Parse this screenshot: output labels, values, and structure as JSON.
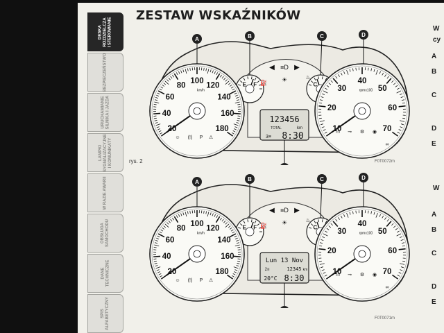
{
  "page": {
    "title": "ZESTAW WSKAŹNIKÓW"
  },
  "tabs": [
    {
      "label": "DESKA\nROZDZIELCZA\nI STEROWANIE",
      "active": true
    },
    {
      "label": "BEZPIECZEŃSTWO",
      "active": false
    },
    {
      "label": "URUCHAMIANIE\nSILNIKA I JAZDA",
      "active": false
    },
    {
      "label": "LAMPKI\nSYGNALIZACYJNE\nI KOMUNIKATY",
      "active": false
    },
    {
      "label": "W RAZIE AWARII",
      "active": false
    },
    {
      "label": "OBSŁUGA\nSAMOCHODU",
      "active": false
    },
    {
      "label": "DANE\nTECHNICZNE",
      "active": false
    },
    {
      "label": "SPIS\nALFABETYCZNY",
      "active": false
    }
  ],
  "figure1": {
    "caption": "rys. 2",
    "code": "F0T0072m",
    "callouts": [
      "A",
      "B",
      "C",
      "D",
      "E"
    ],
    "speedo": {
      "labels": [
        "20",
        "40",
        "60",
        "80",
        "100",
        "120",
        "140",
        "160",
        "180"
      ],
      "unit": "km/h"
    },
    "tacho": {
      "labels": [
        "10",
        "20",
        "30",
        "40",
        "50",
        "60",
        "70"
      ],
      "unit": "rpmx100"
    },
    "fuel": {
      "empty": "E",
      "full": "F"
    },
    "temp": {
      "cold": "C",
      "hot": "H"
    },
    "display": {
      "odometer": "123456",
      "total": "TOTAL",
      "unit": "km",
      "time": "8:30"
    }
  },
  "figure2": {
    "code": "F0T0071m",
    "callouts": [
      "A",
      "B",
      "C",
      "D",
      "E"
    ],
    "speedo": {
      "labels": [
        "20",
        "40",
        "60",
        "80",
        "100",
        "120",
        "140",
        "160",
        "180"
      ],
      "unit": "km/h"
    },
    "tacho": {
      "labels": [
        "10",
        "20",
        "30",
        "40",
        "50",
        "60",
        "70"
      ],
      "unit": "rpmx100"
    },
    "fuel": {
      "empty": "E",
      "full": "F"
    },
    "temp": {
      "cold": "C",
      "hot": "H"
    },
    "display": {
      "date": "Lun 13 Nov",
      "odometer": "12345",
      "unit": "km",
      "outside_temp": "20°C",
      "time": "8:30"
    }
  },
  "side_column": {
    "text_top": "W",
    "text_top2": "cy",
    "letters_1": [
      "A",
      "B",
      "C",
      "D",
      "E"
    ],
    "text_mid": "W",
    "letters_2": [
      "A",
      "B",
      "C",
      "D",
      "E"
    ]
  },
  "colors": {
    "page": "#f1f0ea",
    "ink": "#1e1e1e",
    "background": "#101010"
  }
}
